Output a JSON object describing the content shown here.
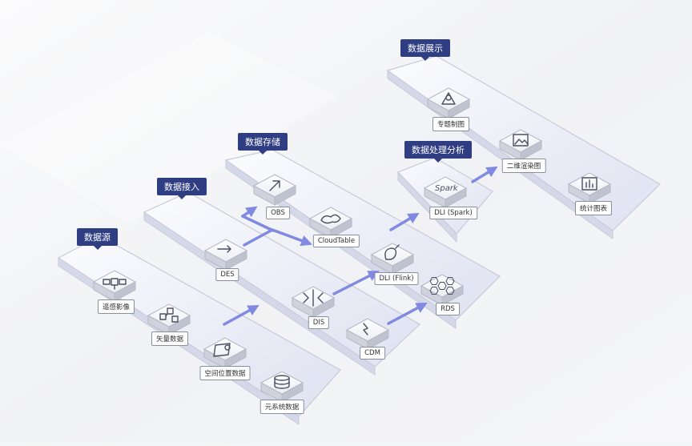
{
  "layers": [
    {
      "id": "source",
      "title": "数据源",
      "nodes": [
        {
          "label": "遥感影像",
          "icon": "satellite-icon"
        },
        {
          "label": "矢量数据",
          "icon": "vector-grid-icon"
        },
        {
          "label": "空间位置数据",
          "icon": "location-pin-icon"
        },
        {
          "label": "元系统数据",
          "icon": "database-icon"
        }
      ]
    },
    {
      "id": "ingest",
      "title": "数据接入",
      "nodes": [
        {
          "label": "DES",
          "icon": "transfer-box-icon"
        },
        {
          "label": "DIS",
          "icon": "converge-arrows-icon"
        },
        {
          "label": "CDM",
          "icon": "migrate-icon"
        }
      ]
    },
    {
      "id": "storage",
      "title": "数据存储",
      "nodes": [
        {
          "label": "OBS",
          "icon": "upload-arrow-icon"
        },
        {
          "label": "CloudTable",
          "icon": "cloud-table-icon"
        },
        {
          "label": "DLI (Flink)",
          "icon": "squirrel-icon"
        },
        {
          "label": "RDS",
          "icon": "hex-cluster-icon"
        }
      ]
    },
    {
      "id": "process",
      "title": "数据处理分析",
      "nodes": [
        {
          "label": "DLI (Spark)",
          "icon": "spark-logo-icon"
        }
      ]
    },
    {
      "id": "display",
      "title": "数据展示",
      "nodes": [
        {
          "label": "专题制图",
          "icon": "map-marker-icon"
        },
        {
          "label": "二维渲染图",
          "icon": "image-icon"
        },
        {
          "label": "统计图表",
          "icon": "bar-chart-icon"
        }
      ]
    }
  ],
  "colors": {
    "title_bg": "#2f3d82",
    "arrow": "#7f8ae0",
    "band_fill": "#e6e8f4",
    "band_edge": "#c8cad8"
  }
}
